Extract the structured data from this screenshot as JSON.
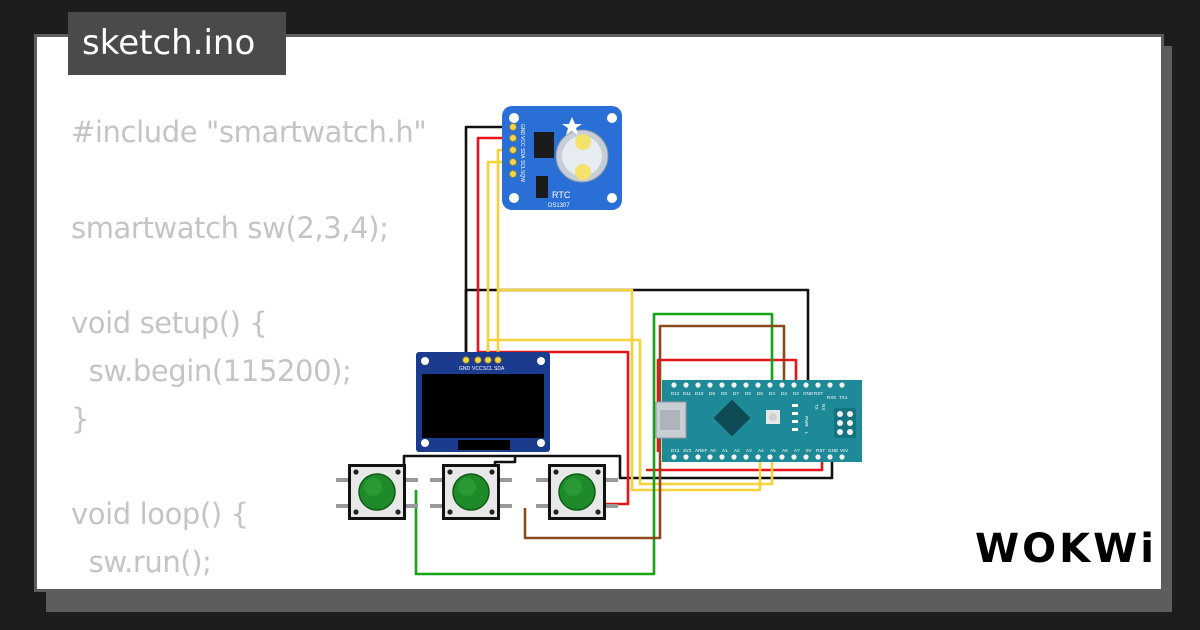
{
  "editor": {
    "filename": "sketch.ino",
    "code_lines": [
      "#include \"smartwatch.h\"",
      "",
      "smartwatch sw(2,3,4);",
      "",
      "void setup() {",
      "  sw.begin(115200);",
      "}",
      "",
      "void loop() {",
      "  sw.run();",
      "}"
    ]
  },
  "brand": {
    "logo_text": "WOKWi"
  },
  "rtc": {
    "label": "RTC",
    "chip": "DS1307",
    "pins": [
      "GND",
      "VCC",
      "SDA",
      "SCL",
      "SQW"
    ]
  },
  "oled": {
    "pins": [
      "GND",
      "VCC",
      "SCL",
      "SDA"
    ]
  },
  "nano": {
    "top_pins": [
      "D12",
      "D11",
      "D10",
      "D9",
      "D8",
      "D7",
      "D6",
      "D5",
      "D4",
      "D3",
      "D2",
      "GND",
      "RST",
      "RX0",
      "TX1"
    ],
    "bottom_pins": [
      "D13",
      "3V3",
      "AREF",
      "A0",
      "A1",
      "A2",
      "A3",
      "A4",
      "A5",
      "A6",
      "A7",
      "5V",
      "RST",
      "GND",
      "VIN"
    ],
    "leds": [
      "TX",
      "RX",
      "PWR",
      "L"
    ]
  },
  "colors": {
    "wire_black": "#111111",
    "wire_red": "#e8141a",
    "wire_yellow": "#f5d23a",
    "wire_green": "#16a316",
    "wire_brown": "#8b4a1c",
    "rtc_board": "#2a6fd6",
    "nano_board": "#1f8a97",
    "oled_board": "#1b3b8f",
    "button_cap": "#1f8a2a"
  }
}
